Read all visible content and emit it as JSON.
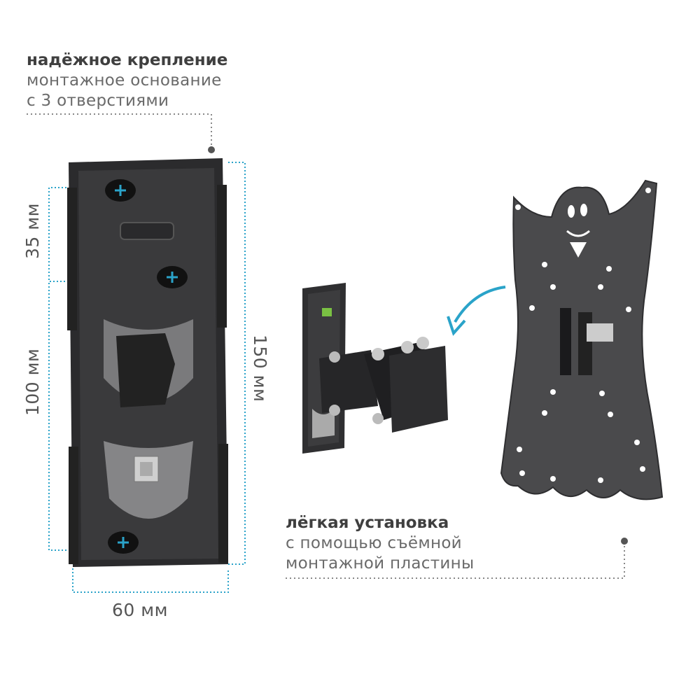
{
  "callouts": {
    "top": {
      "title": "надёжное крепление",
      "line1": "монтажное основание",
      "line2": "с 3 отверстиями"
    },
    "bottom": {
      "title": "лёгкая установка",
      "line1": "с помощью съёмной",
      "line2": "монтажной пластины"
    }
  },
  "dimensions": {
    "upper_spacing": "35 мм",
    "lower_spacing": "100 мм",
    "height": "150 мм",
    "width": "60 мм"
  },
  "colors": {
    "accent": "#2aa3c9",
    "metal": "#3a3a3c",
    "text": "#555555"
  },
  "icons": [
    "plus-icon",
    "curved-arrow-icon",
    "dot-marker-icon"
  ]
}
